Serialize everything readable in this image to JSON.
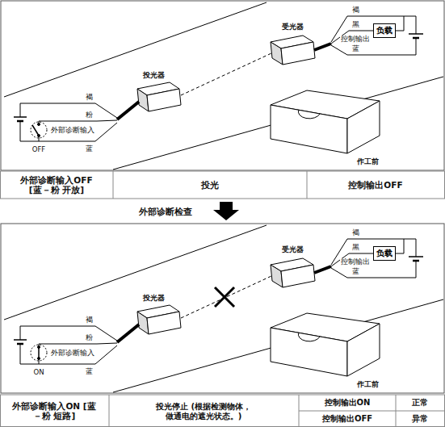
{
  "diagram": {
    "nodes": [
      {
        "text": [
          "负载"
        ]
      },
      {
        "text": [
          "负载"
        ]
      }
    ],
    "labels": [
      "受光器",
      "褐",
      "黑",
      "控制输出",
      "蓝",
      "投光器",
      "褐",
      "粉",
      "外部诊断输入",
      "OFF",
      "蓝",
      "作工前",
      "外部诊断输入OFF [蓝－粉 开放]",
      "投光",
      "控制输出OFF",
      "外部诊断检查",
      "受光器",
      "褐",
      "黑",
      "控制输出",
      "蓝",
      "投光器",
      "褐",
      "粉",
      "外部诊断输入",
      "ON",
      "蓝",
      "作工前",
      "外部诊断输入ON [蓝－粉 短路]",
      "投光停止 (根据检测物体，做通电的遮光状态。)",
      "控制输出ON",
      "正常",
      "控制输出OFF",
      "异常"
    ]
  }
}
